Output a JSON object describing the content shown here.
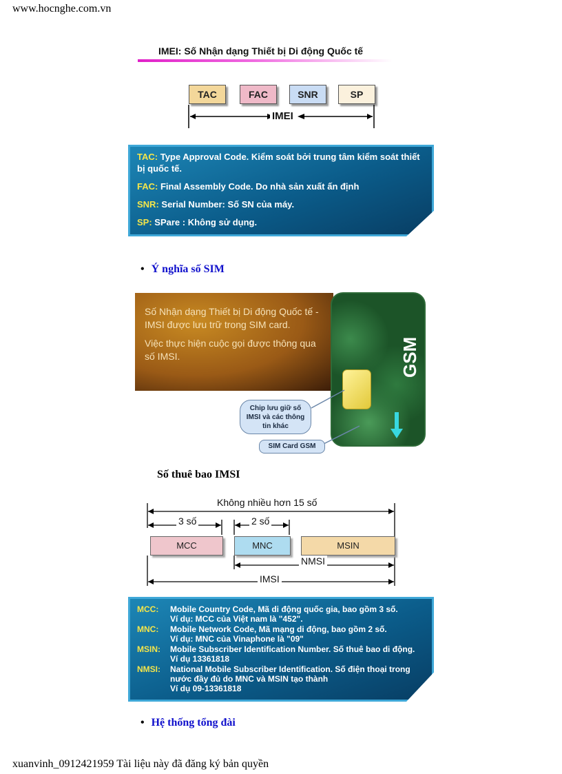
{
  "header": {
    "site_url": "www.hocnghe.com.vn"
  },
  "footer": {
    "note": "xuanvinh_0912421959 Tài liệu này đã đăng ký bản quyền"
  },
  "imei_figure": {
    "title": "IMEI: Số Nhận dạng Thiết bị Di động Quốc tế",
    "boxes": [
      "TAC",
      "FAC",
      "SNR",
      "SP"
    ],
    "span_label": "IMEI",
    "colors": {
      "tac": "#f3d79a",
      "fac": "#efb9c8",
      "snr": "#c9dcf4",
      "sp": "#fbf1dd"
    },
    "definitions": [
      {
        "key": "TAC:",
        "text": "Type Approval Code. Kiểm soát bởi trung tâm kiểm soát thiết bị quốc tế."
      },
      {
        "key": "FAC:",
        "text": "Final Assembly Code. Do nhà sản xuất ấn định"
      },
      {
        "key": "SNR:",
        "text": "Serial Number: Số SN của máy."
      },
      {
        "key": "SP:",
        "text": "SPare : Không sử dụng."
      }
    ]
  },
  "sections": {
    "sim_meaning": "Ý nghĩa số SIM",
    "switching_system": "Hệ thống tổng đài",
    "imsi_heading": "Số thuê bao IMSI"
  },
  "sim_figure": {
    "paragraph_1": "Số Nhận dạng Thiết bị Di động Quốc tế - IMSI được lưu trữ trong SIM card.",
    "paragraph_2": "Việc thực hiện cuộc gọi được thông qua số IMSI.",
    "card_label": "GSM",
    "callout_chip": "Chip lưu giữ số IMSI và các thông tin khác",
    "callout_card": "SIM Card GSM"
  },
  "imsi_figure": {
    "total_label": "Không nhiều hơn 15 số",
    "mcc_len_label": "3 số",
    "mnc_len_label": "2 số",
    "boxes": [
      "MCC",
      "MNC",
      "MSIN"
    ],
    "nmsi_label": "NMSI",
    "imsi_label": "IMSI",
    "definitions": [
      {
        "key": "MCC:",
        "lines": [
          "Mobile Country Code, Mã di động quốc gia, bao gồm 3 số.",
          "Ví dụ: MCC của Việt nam là \"452\"."
        ]
      },
      {
        "key": "MNC:",
        "lines": [
          "Mobile Network Code, Mã mạng di động, bao gồm 2 số.",
          "Ví dụ: MNC của Vinaphone là \"09\""
        ]
      },
      {
        "key": "MSIN:",
        "lines": [
          "Mobile Subscriber Identification Number. Số thuê bao di động. Ví dụ 13361818"
        ]
      },
      {
        "key": "NMSI:",
        "lines": [
          "National Mobile Subscriber Identification. Số điện thoại trong nước đầy đủ do MNC và MSIN tạo thành",
          "Ví dụ 09-13361818"
        ]
      }
    ]
  }
}
